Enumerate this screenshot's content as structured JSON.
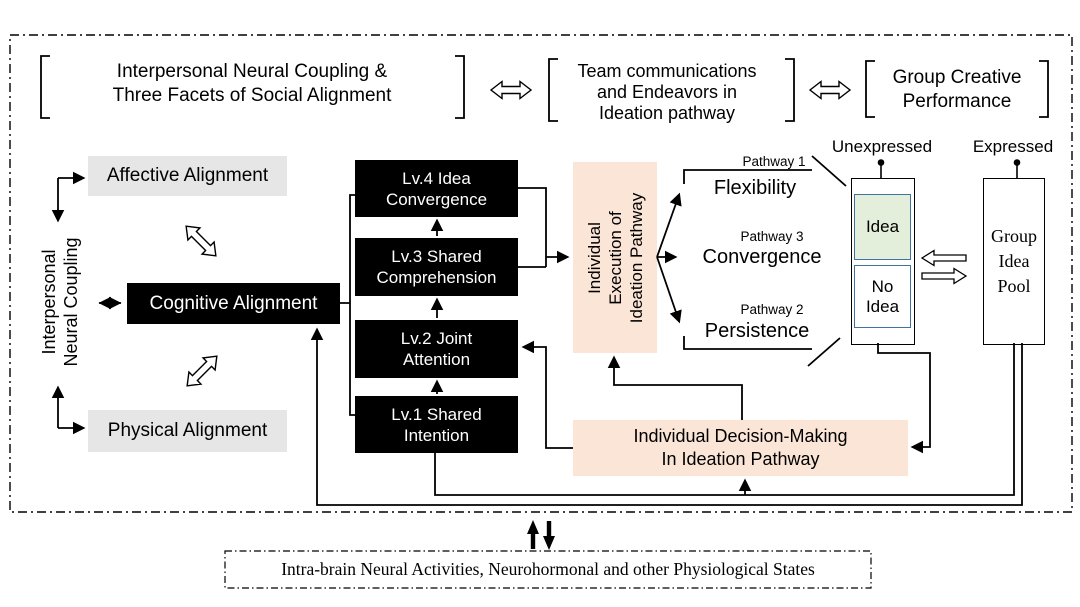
{
  "header": {
    "box1": {
      "lines": [
        "Interpersonal Neural Coupling &",
        "Three Facets of Social Alignment"
      ]
    },
    "box2": {
      "lines": [
        "Team communications",
        "and Endeavors in",
        "Ideation pathway"
      ]
    },
    "box3": {
      "lines": [
        "Group Creative",
        "Performance"
      ]
    }
  },
  "left": {
    "coupling": {
      "lines": [
        "Interpersonal",
        "Neural Coupling"
      ]
    },
    "affective": "Affective Alignment",
    "cognitive": "Cognitive Alignment",
    "physical": "Physical Alignment"
  },
  "levels": [
    {
      "lines": [
        "Lv.4 Idea",
        "Convergence"
      ]
    },
    {
      "lines": [
        "Lv.3 Shared",
        "Comprehension"
      ]
    },
    {
      "lines": [
        "Lv.2 Joint",
        "Attention"
      ]
    },
    {
      "lines": [
        "Lv.1 Shared",
        "Intention"
      ]
    }
  ],
  "execution": {
    "lines": [
      "Individual",
      "Execution of",
      "Ideation Pathway"
    ]
  },
  "pathways": [
    {
      "tag": "Pathway 1",
      "label": "Flexibility"
    },
    {
      "tag": "Pathway 3",
      "label": "Convergence"
    },
    {
      "tag": "Pathway 2",
      "label": "Persistence"
    }
  ],
  "idea_column": {
    "unexpressed_label": "Unexpressed",
    "expressed_label": "Expressed",
    "idea": "Idea",
    "no_idea": {
      "lines": [
        "No",
        "Idea"
      ]
    },
    "group_pool": {
      "lines": [
        "Group",
        "Idea",
        "Pool"
      ]
    }
  },
  "decision": {
    "lines": [
      "Individual Decision-Making",
      "In Ideation Pathway"
    ]
  },
  "bottom": {
    "text": "Intra-brain Neural Activities, Neurohormonal and other Physiological States"
  },
  "colors": {
    "level_box": "#000000",
    "alignment_box": "#E7E6E6",
    "process_box": "#FBE5D6",
    "idea_fill": "#E3EFDA",
    "idea_border": "#41719C"
  }
}
